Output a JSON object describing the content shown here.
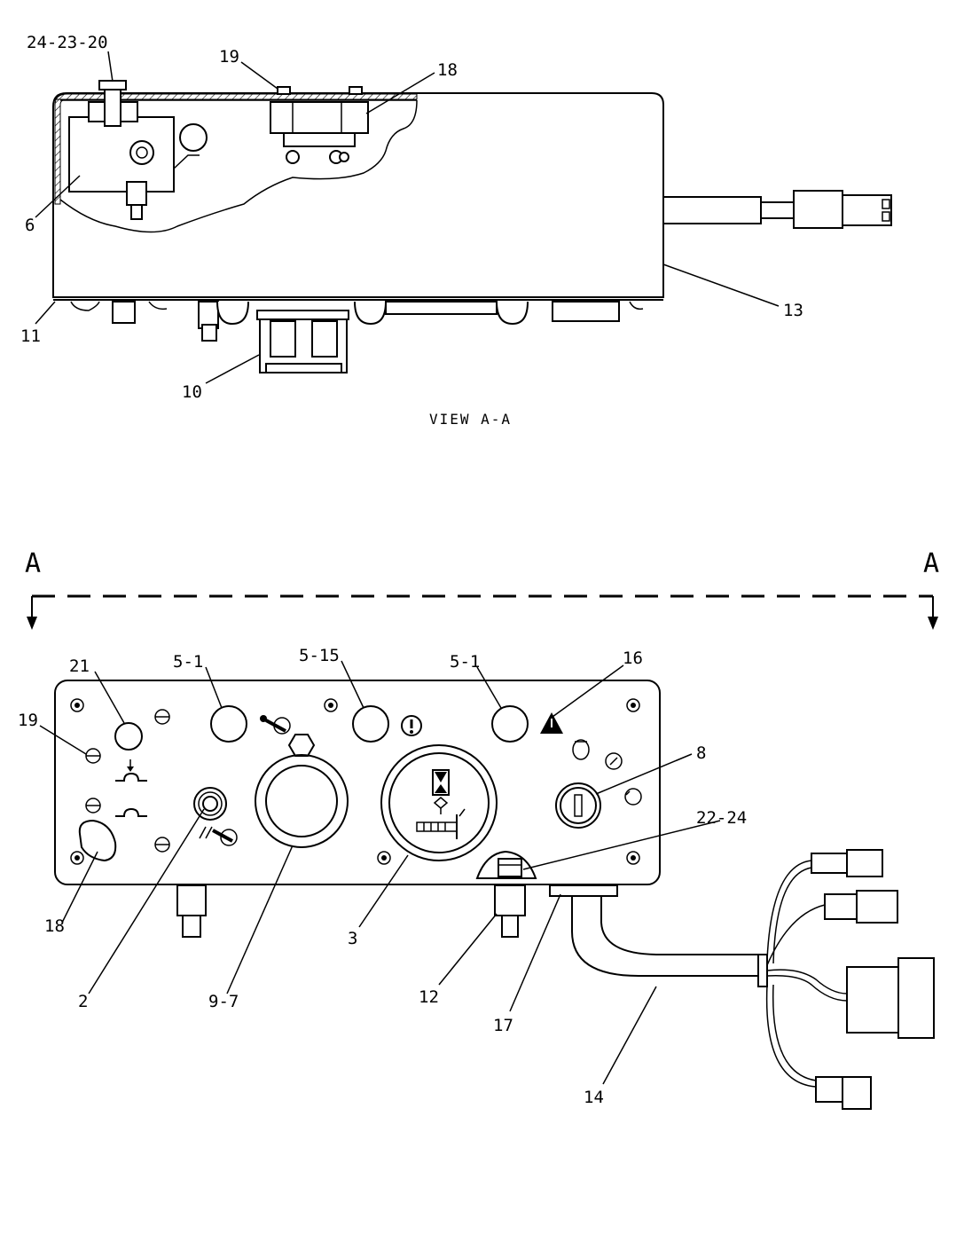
{
  "view_caption": "VIEW A-A",
  "section_letter_left": "A",
  "section_letter_right": "A",
  "top_view_callouts": {
    "c_24_23_20": "24-23-20",
    "c_19": "19",
    "c_18": "18",
    "c_6": "6",
    "c_13": "13",
    "c_11": "11",
    "c_10": "10"
  },
  "front_view_callouts": {
    "c_21": "21",
    "c_5_1_left": "5-1",
    "c_5_15": "5-15",
    "c_5_1_right": "5-1",
    "c_16": "16",
    "c_19": "19",
    "c_8": "8",
    "c_22_24": "22-24",
    "c_18": "18",
    "c_2": "2",
    "c_9_7": "9-7",
    "c_3": "3",
    "c_12": "12",
    "c_17": "17",
    "c_14": "14"
  },
  "icons": [
    "hatched-wall-icon",
    "warning-triangle-icon",
    "wrench-icon",
    "exclamation-icon",
    "hourglass-icon",
    "key-switch-icon"
  ]
}
